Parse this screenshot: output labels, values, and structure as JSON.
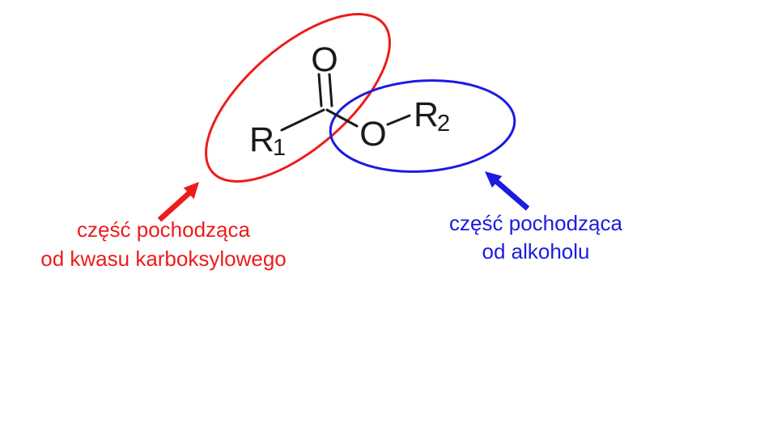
{
  "molecule": {
    "r1": {
      "base": "R",
      "sub": "1"
    },
    "carbonyl_oxygen": "O",
    "ester_oxygen": "O",
    "r2": {
      "base": "R",
      "sub": "2"
    }
  },
  "annotations": {
    "acid_part": {
      "caption_line1": "część pochodząca",
      "caption_line2": "od kwasu karboksylowego",
      "color": "#ed1c1c"
    },
    "alcohol_part": {
      "caption_line1": "część pochodząca",
      "caption_line2": "od alkoholu",
      "color": "#1b1be1"
    }
  },
  "colors": {
    "structure": "#1a1a1a",
    "background": "#ffffff"
  }
}
